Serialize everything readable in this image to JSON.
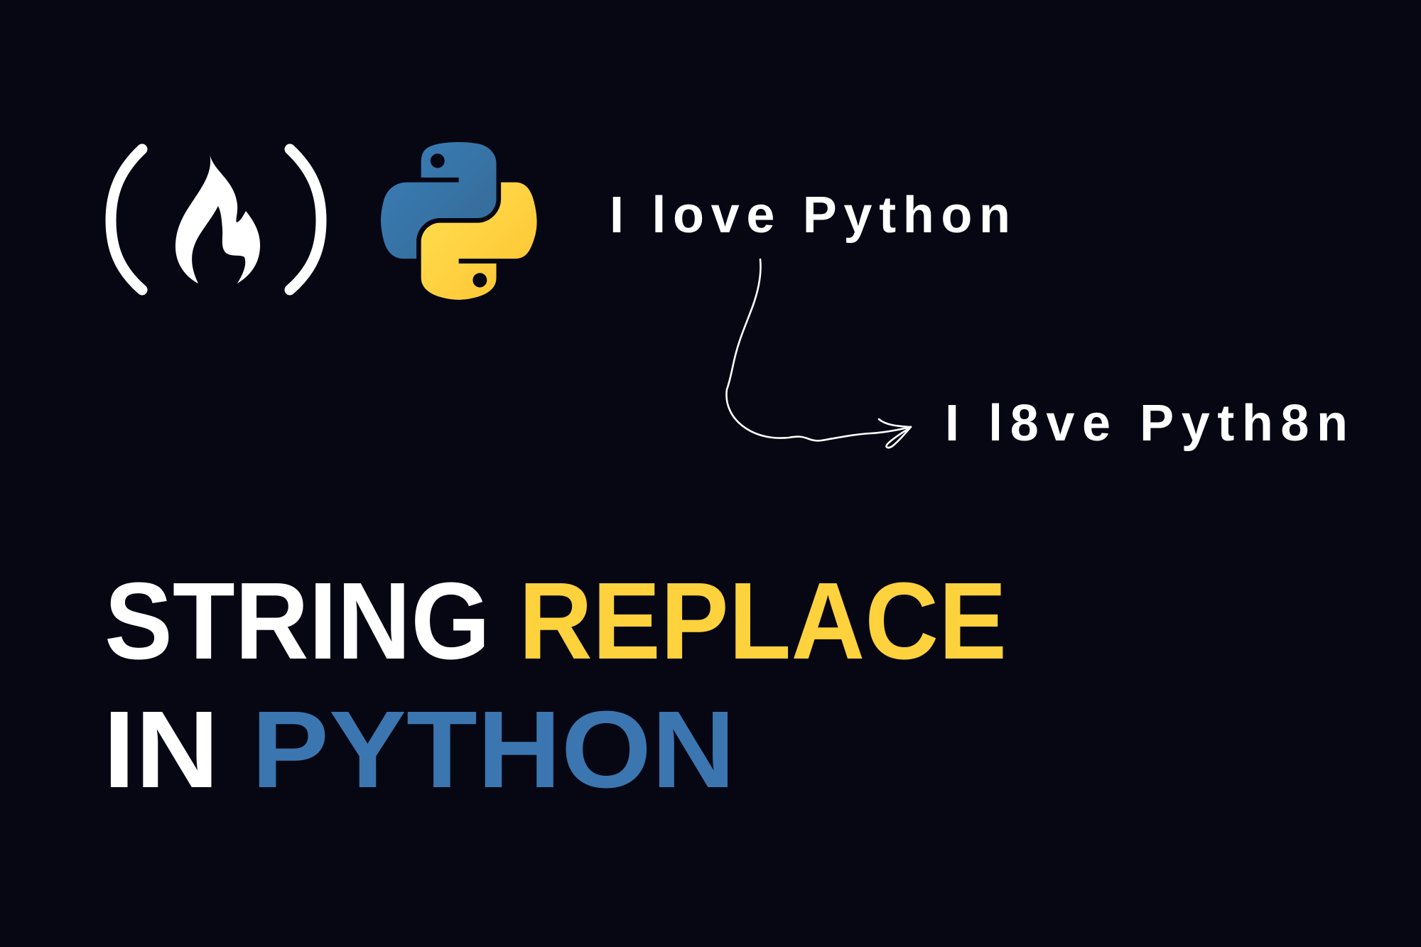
{
  "colors": {
    "background": "#070714",
    "white": "#ffffff",
    "python_yellow": "#fdd23c",
    "python_blue": "#3b76b0"
  },
  "logos": {
    "freecodecamp": "freecodecamp-logo-icon",
    "python": "python-logo-icon"
  },
  "example": {
    "original": "I love Python",
    "replaced": "I l8ve Pyth8n",
    "arrow": "hand-drawn-arrow-icon"
  },
  "title": {
    "line1": {
      "word1": "STRING ",
      "word2": "REPLACE"
    },
    "line2": {
      "word1": "IN ",
      "word2": "PYTHON"
    }
  }
}
